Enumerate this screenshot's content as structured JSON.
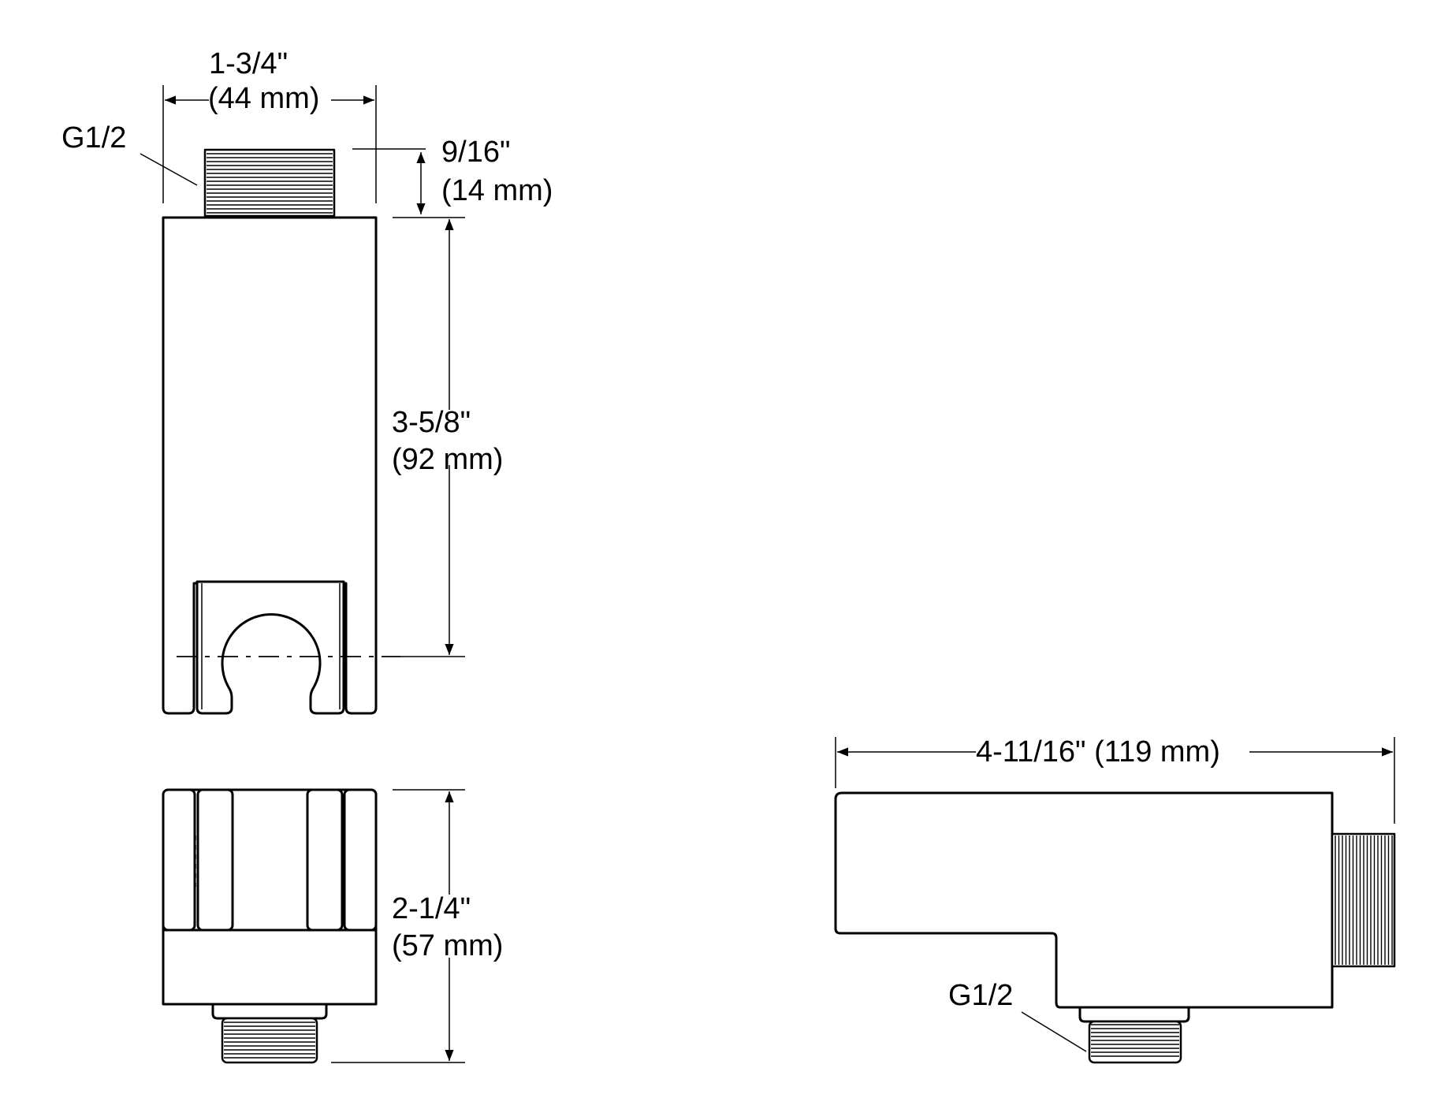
{
  "front_view": {
    "width_in": "1-3/4\"",
    "width_mm": "(44 mm)",
    "thread_label": "G1/2",
    "thread_height_in": "9/16\"",
    "thread_height_mm": "(14 mm)",
    "body_height_in": "3-5/8\"",
    "body_height_mm": "(92 mm)"
  },
  "bottom_view": {
    "height_in": "2-1/4\"",
    "height_mm": "(57 mm)"
  },
  "side_view": {
    "length_label": "4-11/16\" (119 mm)",
    "thread_label": "G1/2"
  },
  "colors": {
    "line": "#000000",
    "background": "#ffffff"
  }
}
